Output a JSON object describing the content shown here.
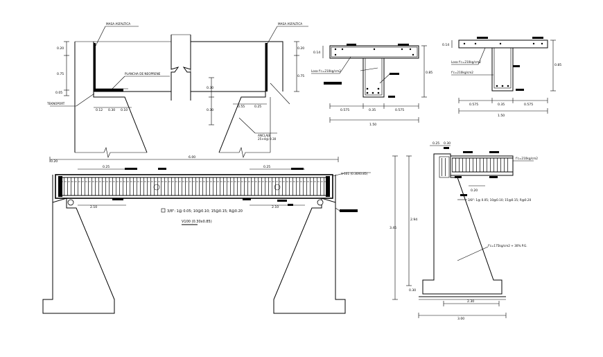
{
  "upper_left_section": {
    "label_asphalt_left": "MASA ASFALTICA",
    "label_asphalt_right": "MASA ASFALTICA",
    "label_neoprene": "PLANCHA DE NEOPRENE",
    "label_teknoport": "TEKNOPORT",
    "label_anclaje": "ANCLAJE",
    "label_anclaje_spec": "25×4@ 0.30",
    "dim_h1": "0.20",
    "dim_h2": "0.75",
    "dim_h3": "0.05",
    "dim_w1": "0.12",
    "dim_w2": "0.30",
    "dim_w3": "0.10",
    "dim_r1": "0.20",
    "dim_r2": "0.75",
    "dim_c1": "0.30",
    "dim_c2": "0.30",
    "dim_c3": "0.55",
    "dim_c4": "0.25"
  },
  "beam_section_1": {
    "label_slab": "Losa f'c=210kg/cm2",
    "dim_top": "0.14",
    "dim_height": "0.85",
    "dim_b1": "0.575",
    "dim_b2": "0.35",
    "dim_b3": "0.575",
    "dim_total": "1.50"
  },
  "beam_section_2": {
    "label_slab": "Losa f'c=210kg/cm2",
    "label_beam": "f'c=210kg/cm2",
    "dim_top": "0.14",
    "dim_height": "0.85",
    "dim_b1": "0.575",
    "dim_b2": "0.35",
    "dim_b3": "0.575",
    "dim_total": "1.50"
  },
  "main_elevation": {
    "dim_span": "6.00",
    "dim_left_top": "0.20",
    "dim_seg1": "0.25",
    "dim_seg2": "2.10",
    "dim_seg3": "2.10",
    "dim_seg4": "0.25",
    "label_beam_spec": "V-101 (0.30X0.85)",
    "label_rebar": "3/8\": 1@ 0.05; 10@0.10; 15@0.15; R@0.20",
    "label_beam_name": "V100 (0.30x0.85)"
  },
  "side_elevation": {
    "label_slab": "f'c=210kg/cm2",
    "label_rebar": "3/8\": 1@ 0.05; 10@0.10; 15@0.15; R@0.20",
    "label_concrete": "f'c=175kg/cm2 + 30% P.G.",
    "dim_total_h": "3.45",
    "dim_h2": "2.94",
    "dim_base1": "0.30",
    "dim_base2": "0.20",
    "dim_foot": "2.30",
    "dim_foot_total": "3.00",
    "dim_top": "0.25",
    "dim_w": "0.30"
  }
}
